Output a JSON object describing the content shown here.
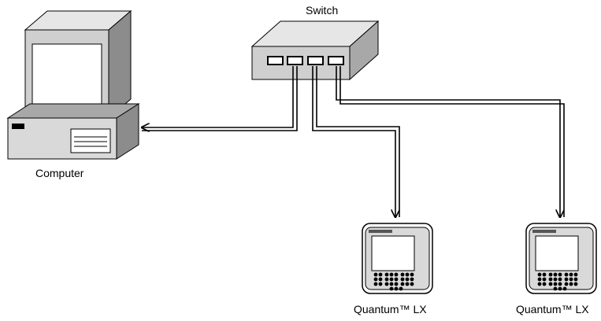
{
  "labels": {
    "switch": "Switch",
    "computer": "Computer",
    "device_left": "Quantum™ LX",
    "device_right": "Quantum™ LX"
  },
  "colors": {
    "device_fill_light": "#e6e6e6",
    "device_fill_mid": "#cfcfcf",
    "device_fill_dark": "#a8a8a8",
    "device_fill_darker": "#8c8c8c",
    "line": "#000000"
  }
}
